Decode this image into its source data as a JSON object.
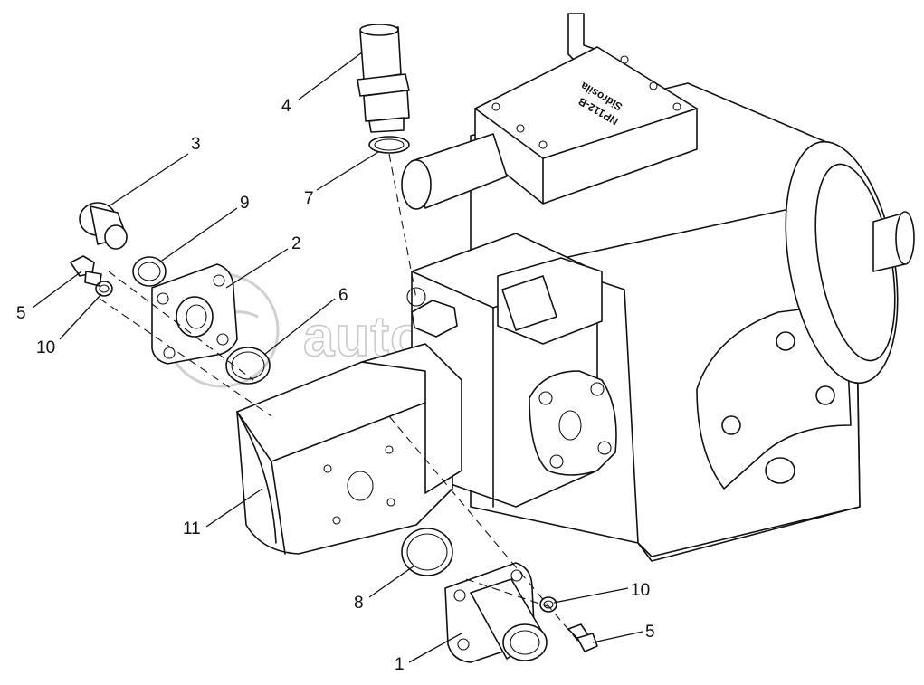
{
  "watermark": {
    "text": "autopiter.ru"
  },
  "nameplate": {
    "line1": "NP112-B",
    "line2": "Sidrosila"
  },
  "callouts": [
    {
      "id": "c4",
      "label": "4"
    },
    {
      "id": "c3",
      "label": "3"
    },
    {
      "id": "c7",
      "label": "7"
    },
    {
      "id": "c9",
      "label": "9"
    },
    {
      "id": "c2",
      "label": "2"
    },
    {
      "id": "c6",
      "label": "6"
    },
    {
      "id": "c5a",
      "label": "5"
    },
    {
      "id": "c10a",
      "label": "10"
    },
    {
      "id": "c11",
      "label": "11"
    },
    {
      "id": "c8",
      "label": "8"
    },
    {
      "id": "c10b",
      "label": "10"
    },
    {
      "id": "c5b",
      "label": "5"
    },
    {
      "id": "c1",
      "label": "1"
    }
  ]
}
